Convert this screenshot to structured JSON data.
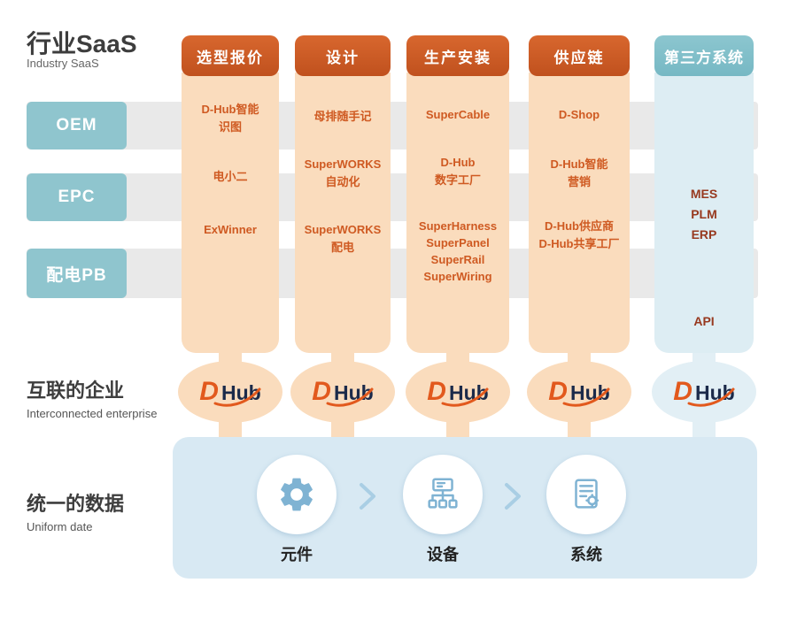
{
  "colors": {
    "orange_header": "#cd5a22",
    "orange_body": "#fadcbd",
    "teal_button": "#8fc5ce",
    "teal_header": "#82c0cb",
    "blue_body": "#ddedf3",
    "band_gray": "#e9e9e9",
    "panel_blue": "#d8e9f3",
    "orange_text": "#cf5a22",
    "dark_red_text": "#97391f",
    "logo_orange": "#e2591d",
    "logo_navy": "#1b2a4a",
    "icon_blue": "#7fb3d3"
  },
  "header": {
    "title_zh": "行业SaaS",
    "title_en": "Industry SaaS"
  },
  "rows": [
    {
      "label": "OEM"
    },
    {
      "label": "EPC"
    },
    {
      "label": "配电PB"
    }
  ],
  "columns": [
    {
      "header": "选型报价",
      "items": [
        "D-Hub智能\n识图",
        "电小二",
        "ExWinner"
      ]
    },
    {
      "header": "设计",
      "items": [
        "母排随手记",
        "SuperWORKS\n自动化",
        "SuperWORKS\n配电"
      ]
    },
    {
      "header": "生产安装",
      "items": [
        "SuperCable",
        "D-Hub\n数字工厂",
        "SuperHarness\nSuperPanel\nSuperRail\nSuperWiring"
      ]
    },
    {
      "header": "供应链",
      "items": [
        "D-Shop",
        "D-Hub智能\n营销",
        "D-Hub供应商\nD-Hub共享工厂"
      ]
    },
    {
      "header": "第三方系统",
      "items": [
        "MES\nPLM\nERP",
        "API"
      ]
    }
  ],
  "middle": {
    "title_zh": "互联的企业",
    "title_en": "Interconnected enterprise"
  },
  "logo": {
    "d": "D",
    "hub": "Hub"
  },
  "bottom": {
    "title_zh": "统一的数据",
    "title_en": "Uniform date",
    "items": [
      {
        "label": "元件",
        "icon": "gear-icon"
      },
      {
        "label": "设备",
        "icon": "device-icon"
      },
      {
        "label": "系统",
        "icon": "system-icon"
      }
    ]
  }
}
